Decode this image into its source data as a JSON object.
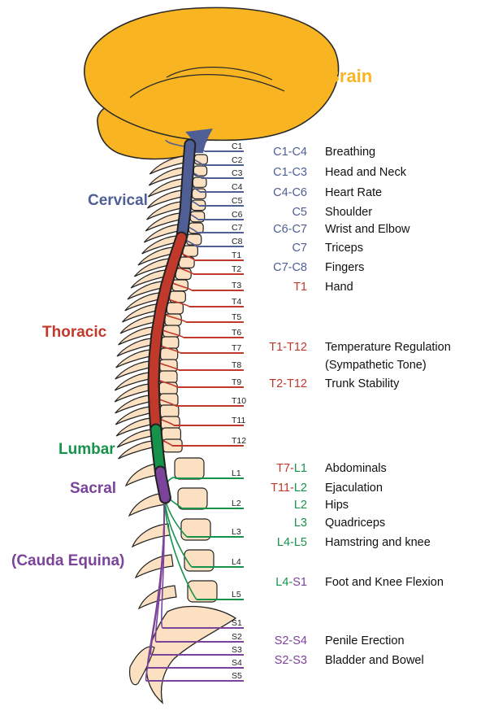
{
  "colors": {
    "brain": "#F8B521",
    "brain_stroke": "#2a2a2a",
    "bone": "#FCE0C2",
    "cervical": "#4F5F95",
    "thoracic": "#C0392B",
    "lumbar": "#17924B",
    "sacral": "#7B4399",
    "text": "#111111"
  },
  "title": "Brain",
  "regions": [
    {
      "label": "Cervical",
      "color": "cervical"
    },
    {
      "label": "Thoracic",
      "color": "thoracic"
    },
    {
      "label": "Lumbar",
      "color": "lumbar"
    },
    {
      "label": "Sacral",
      "color": "sacral"
    },
    {
      "label": "(Cauda Equina)",
      "color": "sacral"
    }
  ],
  "segments": [
    {
      "label": "C1",
      "region": "cervical"
    },
    {
      "label": "C2",
      "region": "cervical"
    },
    {
      "label": "C3",
      "region": "cervical"
    },
    {
      "label": "C4",
      "region": "cervical"
    },
    {
      "label": "C5",
      "region": "cervical"
    },
    {
      "label": "C6",
      "region": "cervical"
    },
    {
      "label": "C7",
      "region": "cervical"
    },
    {
      "label": "C8",
      "region": "cervical"
    },
    {
      "label": "T1",
      "region": "thoracic"
    },
    {
      "label": "T2",
      "region": "thoracic"
    },
    {
      "label": "T3",
      "region": "thoracic"
    },
    {
      "label": "T4",
      "region": "thoracic"
    },
    {
      "label": "T5",
      "region": "thoracic"
    },
    {
      "label": "T6",
      "region": "thoracic"
    },
    {
      "label": "T7",
      "region": "thoracic"
    },
    {
      "label": "T8",
      "region": "thoracic"
    },
    {
      "label": "T9",
      "region": "thoracic"
    },
    {
      "label": "T10",
      "region": "thoracic"
    },
    {
      "label": "T11",
      "region": "thoracic"
    },
    {
      "label": "T12",
      "region": "thoracic"
    },
    {
      "label": "L1",
      "region": "lumbar"
    },
    {
      "label": "L2",
      "region": "lumbar"
    },
    {
      "label": "L3",
      "region": "lumbar"
    },
    {
      "label": "L4",
      "region": "lumbar"
    },
    {
      "label": "L5",
      "region": "lumbar"
    },
    {
      "label": "S1",
      "region": "sacral"
    },
    {
      "label": "S2",
      "region": "sacral"
    },
    {
      "label": "S3",
      "region": "sacral"
    },
    {
      "label": "S4",
      "region": "sacral"
    },
    {
      "label": "S5",
      "region": "sacral"
    }
  ],
  "functions": [
    {
      "range": [
        {
          "text": "C1-C4",
          "color": "cervical"
        }
      ],
      "label": "Breathing"
    },
    {
      "range": [
        {
          "text": "C1-C3",
          "color": "cervical"
        }
      ],
      "label": "Head and Neck"
    },
    {
      "range": [
        {
          "text": "C4-C6",
          "color": "cervical"
        }
      ],
      "label": "Heart Rate"
    },
    {
      "range": [
        {
          "text": "C5",
          "color": "cervical"
        }
      ],
      "label": "Shoulder"
    },
    {
      "range": [
        {
          "text": "C6-C7",
          "color": "cervical"
        }
      ],
      "label": "Wrist and Elbow"
    },
    {
      "range": [
        {
          "text": "C7",
          "color": "cervical"
        }
      ],
      "label": "Triceps"
    },
    {
      "range": [
        {
          "text": "C7-C8",
          "color": "cervical"
        }
      ],
      "label": "Fingers"
    },
    {
      "range": [
        {
          "text": "T1",
          "color": "thoracic"
        }
      ],
      "label": "Hand"
    },
    {
      "range": [
        {
          "text": "T1-T12",
          "color": "thoracic"
        }
      ],
      "label": "Temperature Regulation",
      "label2": "(Sympathetic Tone)"
    },
    {
      "range": [
        {
          "text": "T2-T12",
          "color": "thoracic"
        }
      ],
      "label": "Trunk Stability"
    },
    {
      "range": [
        {
          "text": "T7-",
          "color": "thoracic"
        },
        {
          "text": "L1",
          "color": "lumbar"
        }
      ],
      "label": "Abdominals"
    },
    {
      "range": [
        {
          "text": "T11-",
          "color": "thoracic"
        },
        {
          "text": "L2",
          "color": "lumbar"
        }
      ],
      "label": "Ejaculation"
    },
    {
      "range": [
        {
          "text": "L2",
          "color": "lumbar"
        }
      ],
      "label": "Hips"
    },
    {
      "range": [
        {
          "text": "L3",
          "color": "lumbar"
        }
      ],
      "label": "Quadriceps"
    },
    {
      "range": [
        {
          "text": "L4-L5",
          "color": "lumbar"
        }
      ],
      "label": "Hamstring and knee"
    },
    {
      "range": [
        {
          "text": "L4-",
          "color": "lumbar"
        },
        {
          "text": "S1",
          "color": "sacral"
        }
      ],
      "label": "Foot and Knee Flexion"
    },
    {
      "range": [
        {
          "text": "S2-S4",
          "color": "sacral"
        }
      ],
      "label": "Penile Erection"
    },
    {
      "range": [
        {
          "text": "S2-S3",
          "color": "sacral"
        }
      ],
      "label": "Bladder and Bowel"
    }
  ]
}
